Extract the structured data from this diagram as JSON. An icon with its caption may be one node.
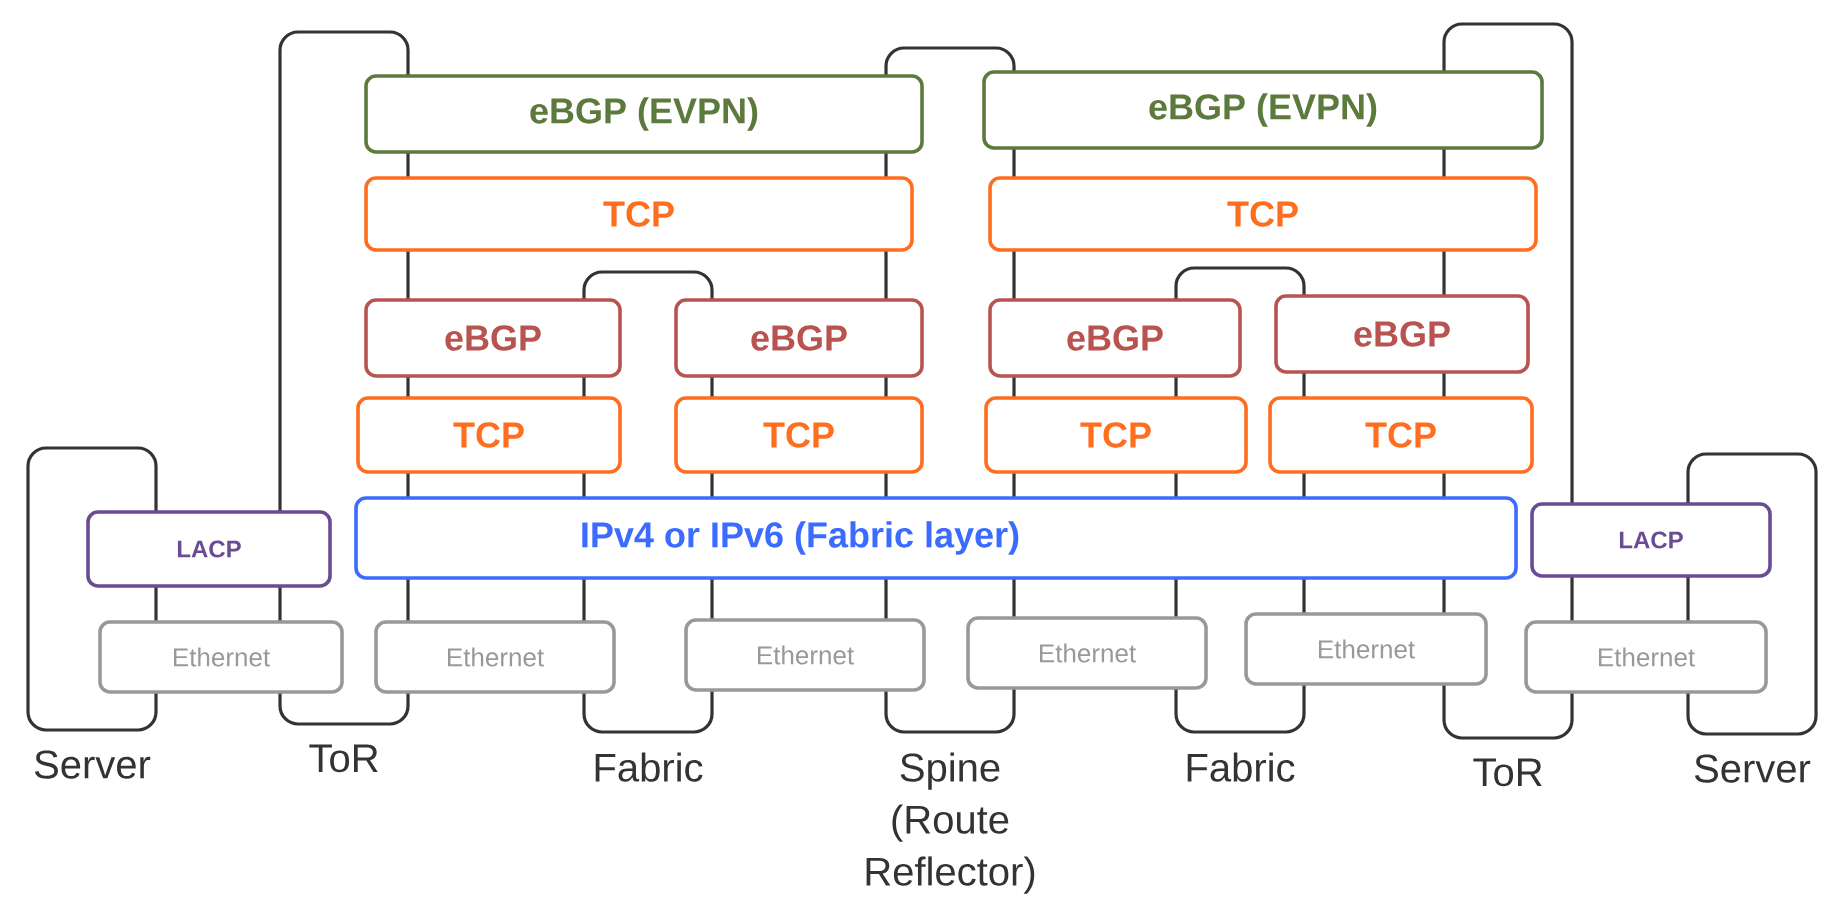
{
  "diagram": {
    "nodes": [
      {
        "text": [
          "Server"
        ]
      },
      {
        "text": [
          "ToR"
        ]
      },
      {
        "text": [
          "Fabric"
        ]
      },
      {
        "text": [
          "Spine (Route Reflector)"
        ]
      },
      {
        "text": [
          "Fabric"
        ]
      },
      {
        "text": [
          "ToR"
        ]
      },
      {
        "text": [
          "Server"
        ]
      },
      {
        "text": [
          "eBGP (EVPN)"
        ]
      },
      {
        "text": [
          "eBGP (EVPN)"
        ]
      },
      {
        "text": [
          "TCP"
        ]
      },
      {
        "text": [
          "TCP"
        ]
      },
      {
        "text": [
          "eBGP"
        ]
      },
      {
        "text": [
          "eBGP"
        ]
      },
      {
        "text": [
          "eBGP"
        ]
      },
      {
        "text": [
          "eBGP"
        ]
      },
      {
        "text": [
          "TCP"
        ]
      },
      {
        "text": [
          "TCP"
        ]
      },
      {
        "text": [
          "TCP"
        ]
      },
      {
        "text": [
          "TCP"
        ]
      },
      {
        "text": [
          "LACP"
        ]
      },
      {
        "text": [
          "IPv4 or IPv6 (Fabric layer)"
        ]
      },
      {
        "text": [
          "LACP"
        ]
      },
      {
        "text": [
          "Ethernet"
        ]
      },
      {
        "text": [
          "Ethernet"
        ]
      },
      {
        "text": [
          "Ethernet"
        ]
      },
      {
        "text": [
          "Ethernet"
        ]
      },
      {
        "text": [
          "Ethernet"
        ]
      },
      {
        "text": [
          "Ethernet"
        ]
      }
    ]
  }
}
